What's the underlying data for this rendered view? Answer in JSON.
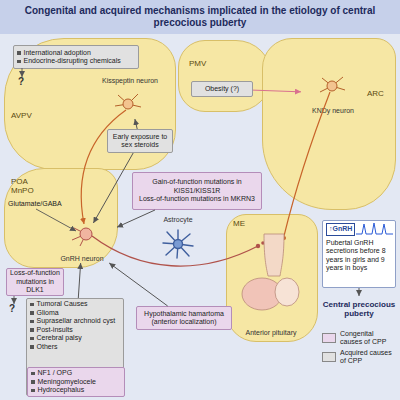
{
  "diagram": {
    "title": "Congenital and acquired mechanisms implicated in the etiology of central precocious puberty",
    "nodes": [
      {
        "text": [
          "AVPV"
        ]
      },
      {
        "text": [
          "International adoption",
          "Endocrine-disrupting chemicals"
        ],
        "in": 0
      },
      {
        "text": [
          "Kisspeptin neuron"
        ],
        "in": 0
      },
      {
        "text": [
          "Early exposure to sex steroids"
        ],
        "in": 0
      },
      {
        "text": [
          "PMV"
        ]
      },
      {
        "text": [
          "Obesity (?)"
        ],
        "in": 4
      },
      {
        "text": [
          "ARC"
        ]
      },
      {
        "text": [
          "KNDy neuron"
        ],
        "in": 6
      },
      {
        "text": [
          "↑GnRH",
          "Pubertal GnRH secretions before 8 years in girls and 9 years in boys"
        ]
      },
      {
        "text": [
          "POA MnPO"
        ]
      },
      {
        "text": [
          "Gain-of-function mutations in KISS1/KISS1R",
          "Loss-of-function mutations in MKRN3"
        ]
      },
      {
        "text": [
          "GnRH neuron"
        ],
        "in": 9
      },
      {
        "text": [
          "Astrocyte"
        ]
      },
      {
        "text": [
          "ME"
        ]
      },
      {
        "text": [
          "Anterior pituitary"
        ],
        "in": 13
      },
      {
        "text": [
          "Central precocious puberty"
        ]
      },
      {
        "text": [
          "Loss-of-function mutations in DLK1"
        ]
      },
      {
        "text": [
          "Tumoral Causes",
          "Glioma",
          "Suprasellar archnoid cyst",
          "Post-insults",
          "Cerebral palsy",
          "Others"
        ]
      },
      {
        "text": [
          "NF1 / OPG",
          "Meningomyelocele",
          "Hydrocephalus"
        ],
        "in": 17
      },
      {
        "text": [
          "Hypothalamic hamartoma (anterior localization)"
        ]
      }
    ],
    "edges": [
      {
        "from": 3,
        "to": 2,
        "arrow": "to"
      },
      {
        "from": 3,
        "to": 11,
        "arrow": "to"
      },
      {
        "from": 5,
        "to": 7,
        "arrow": "to"
      },
      {
        "from": 10,
        "to": 11,
        "arrow": "to"
      },
      {
        "from": 17,
        "to": 11,
        "arrow": "to"
      },
      {
        "from": 19,
        "to": 11,
        "arrow": "to"
      },
      {
        "from": 8,
        "to": 15,
        "arrow": "to"
      }
    ],
    "labels": [
      "?",
      "Glutamate/GABA",
      "?"
    ],
    "legend": [
      {
        "text": "Congenital causes of CPP",
        "color": "#ead7ec"
      },
      {
        "text": "Acquired causes of CPP",
        "color": "#e1e1e1"
      }
    ]
  }
}
